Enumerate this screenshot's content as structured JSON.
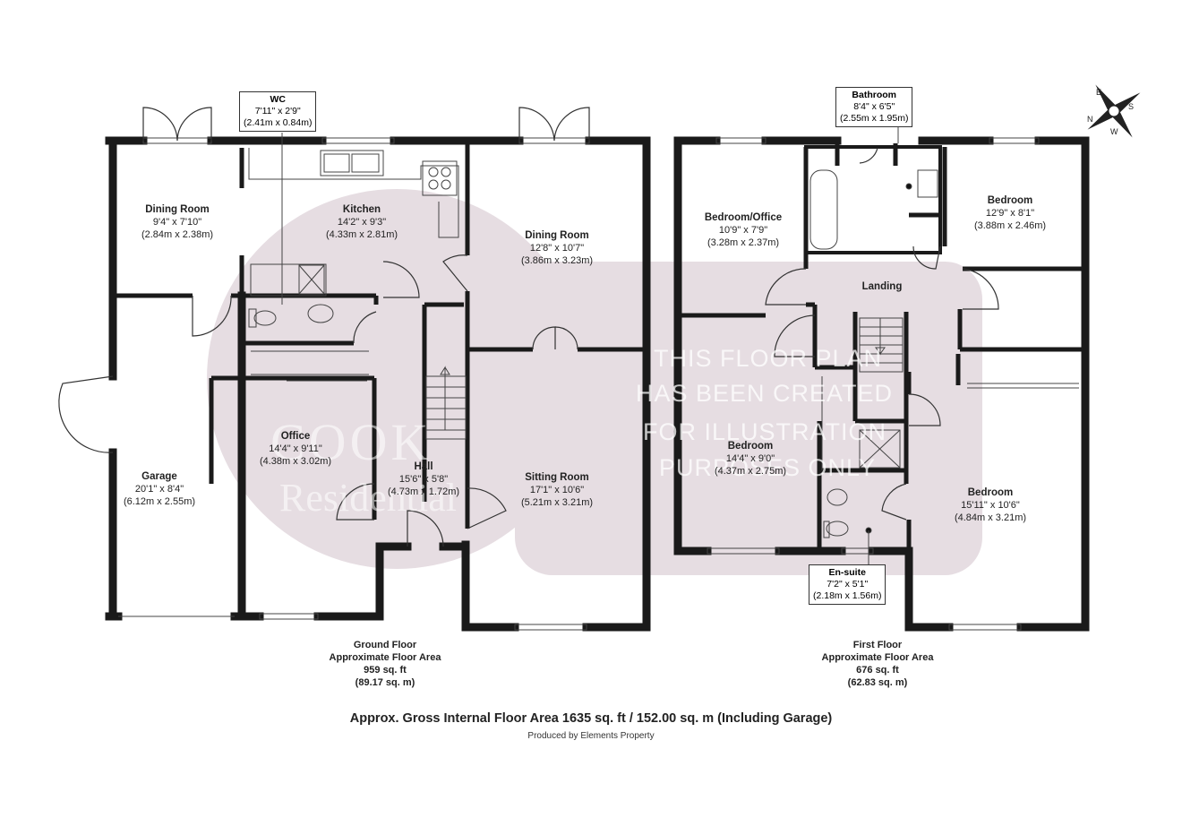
{
  "ground_floor": {
    "rooms": [
      {
        "name": "Dining Room",
        "imperial": "9'4\" x 7'10\"",
        "metric": "(2.84m x 2.38m)"
      },
      {
        "name": "Kitchen",
        "imperial": "14'2\" x 9'3\"",
        "metric": "(4.33m x 2.81m)"
      },
      {
        "name": "Dining Room",
        "imperial": "12'8\" x 10'7\"",
        "metric": "(3.86m x 3.23m)"
      },
      {
        "name": "Office",
        "imperial": "14'4\" x 9'11\"",
        "metric": "(4.38m x 3.02m)"
      },
      {
        "name": "Garage",
        "imperial": "20'1\" x 8'4\"",
        "metric": "(6.12m x 2.55m)"
      },
      {
        "name": "Hall",
        "imperial": "15'6\" x 5'8\"",
        "metric": "(4.73m x 1.72m)"
      },
      {
        "name": "Sitting Room",
        "imperial": "17'1\" x 10'6\"",
        "metric": "(5.21m x 3.21m)"
      }
    ],
    "wc": {
      "name": "WC",
      "imperial": "7'11\" x 2'9\"",
      "metric": "(2.41m x 0.84m)"
    },
    "caption": [
      "Ground Floor",
      "Approximate Floor Area",
      "959 sq. ft",
      "(89.17 sq. m)"
    ]
  },
  "first_floor": {
    "rooms": [
      {
        "name": "Bedroom/Office",
        "imperial": "10'9\" x 7'9\"",
        "metric": "(3.28m x 2.37m)"
      },
      {
        "name": "Bedroom",
        "imperial": "12'9\" x 8'1\"",
        "metric": "(3.88m x 2.46m)"
      },
      {
        "name": "Landing",
        "imperial": "",
        "metric": ""
      },
      {
        "name": "Bedroom",
        "imperial": "14'4\" x 9'0\"",
        "metric": "(4.37m x 2.75m)"
      },
      {
        "name": "Bedroom",
        "imperial": "15'11\" x 10'6\"",
        "metric": "(4.84m x 3.21m)"
      }
    ],
    "bathroom": {
      "name": "Bathroom",
      "imperial": "8'4\" x 6'5\"",
      "metric": "(2.55m x 1.95m)"
    },
    "ensuite": {
      "name": "En-suite",
      "imperial": "7'2\" x 5'1\"",
      "metric": "(2.18m x 1.56m)"
    },
    "caption": [
      "First Floor",
      "Approximate Floor Area",
      "676 sq. ft",
      "(62.83 sq. m)"
    ]
  },
  "gross_area": "Approx. Gross Internal Floor Area 1635 sq. ft / 152.00 sq. m (Including Garage)",
  "credit": "Produced by Elements Property",
  "watermark": {
    "lines": [
      "THIS FLOOR PLAN",
      "HAS BEEN CREATED",
      "FOR ILLUSTRATION",
      "PURPOSES ONLY"
    ],
    "logo_line1": "COOK",
    "logo_line2": "Residential",
    "color": "#e6dde2"
  },
  "compass": [
    "N",
    "E",
    "S",
    "W"
  ],
  "colors": {
    "wall": "#1a1a1a",
    "line": "#333333",
    "watermark": "#e6dde2"
  }
}
